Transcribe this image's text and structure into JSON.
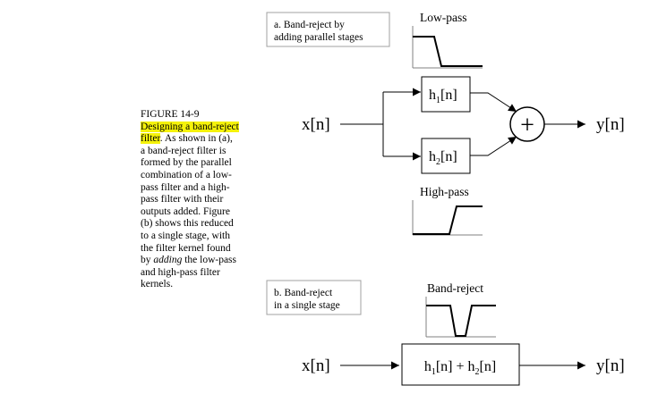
{
  "caption": {
    "figure_label": "FIGURE 14-9",
    "highlight": "Designing a band-reject filter",
    "text_1": ". As shown in (a), a band-reject filter is formed by the parallel combination of a low-pass filter and a high-pass filter with their outputs added.  Figure (b) shows this reduced to a single stage, with the  filter kernel found by ",
    "emphasis": "adding",
    "text_2": " the low-pass and high-pass filter kernels."
  },
  "panel_a": {
    "label_line1": "a.  Band-reject by",
    "label_line2": "adding parallel stages",
    "lowpass_title": "Low-pass",
    "highpass_title": "High-pass",
    "input": "x[n]",
    "output": "y[n]",
    "h1_base": "h",
    "h1_sub": "1",
    "h1_arg": "[n]",
    "h2_base": "h",
    "h2_sub": "2",
    "h2_arg": "[n]",
    "adder_symbol": "+"
  },
  "panel_b": {
    "label_line1": "b.  Band-reject",
    "label_line2": "in a single stage",
    "bandreject_title": "Band-reject",
    "input": "x[n]",
    "output": "y[n]",
    "k1_base": "h",
    "k1_sub": "1",
    "k1_arg": "[n]",
    "plus": "+",
    "k2_base": "h",
    "k2_sub": "2",
    "k2_arg": "[n]"
  },
  "colors": {
    "highlight": "#f5f20a",
    "line": "#000000",
    "axis": "#808080"
  }
}
